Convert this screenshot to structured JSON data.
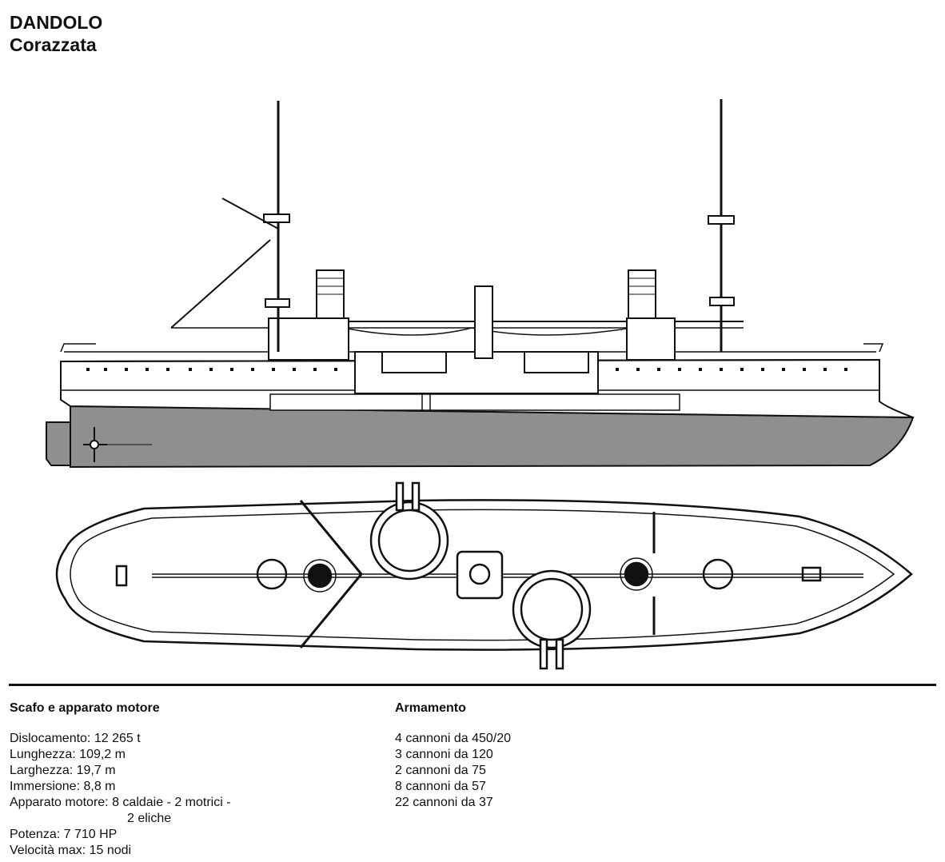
{
  "header": {
    "name": "DANDOLO",
    "type": "Corazzata"
  },
  "colors": {
    "ink": "#111111",
    "hull_underwater": "#8f8f8f",
    "paper": "#ffffff"
  },
  "specs": {
    "hull_title": "Scafo e apparato motore",
    "hull_lines": [
      "Dislocamento: 12 265 t",
      "Lunghezza: 109,2 m",
      "Larghezza: 19,7 m",
      "Immersione: 8,8 m",
      "Apparato motore: 8 caldaie - 2 motrici -",
      "2 eliche",
      "Potenza: 7 710 HP",
      "Velocità max: 15 nodi"
    ],
    "armament_title": "Armamento",
    "armament_lines": [
      "4 cannoni da 450/20",
      "3 cannoni da 120",
      "2 cannoni da 75",
      "8 cannoni da 57",
      "22 cannoni da 37"
    ]
  }
}
